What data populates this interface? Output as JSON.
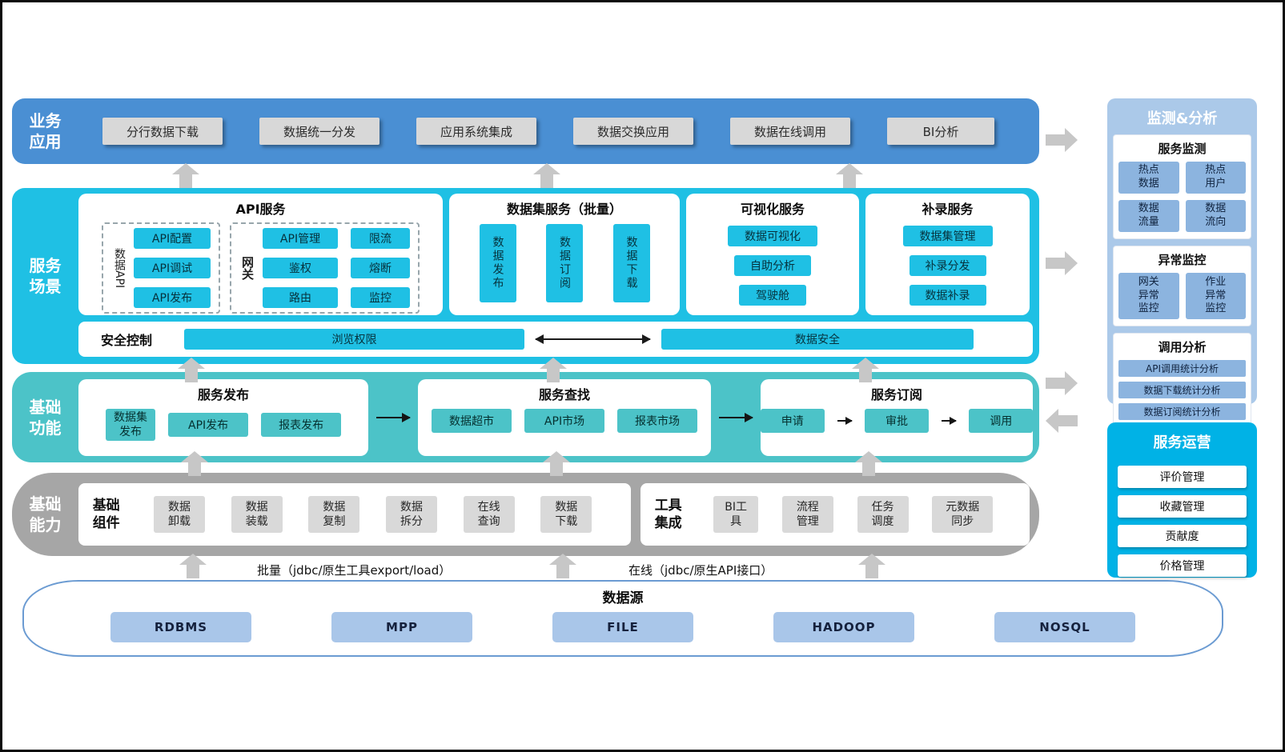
{
  "colors": {
    "business_band": "#4a8fd3",
    "scene_band": "#1fc0e4",
    "function_band": "#4cc3c8",
    "capability_band": "#a6a6a6",
    "monitor_panel": "#abc9e9",
    "operation_panel": "#00b2e6",
    "datasource_button": "#a9c6e9",
    "gray_button": "#d8d8d8",
    "arrow_gray": "#c7c7c7"
  },
  "layers": {
    "business": {
      "label": "业务应用",
      "items": [
        "分行数据下载",
        "数据统一分发",
        "应用系统集成",
        "数据交换应用",
        "数据在线调用",
        "BI分析"
      ]
    },
    "scene": {
      "label": "服务场景",
      "api": {
        "title": "API服务",
        "data_api_label": "数据API",
        "data_api_items": [
          "API配置",
          "API调试",
          "API发布"
        ],
        "gateway_label": "网关",
        "gateway_items": [
          "API管理",
          "限流",
          "鉴权",
          "熔断",
          "路由",
          "监控"
        ]
      },
      "dataset": {
        "title": "数据集服务（批量）",
        "items": [
          "数据发布",
          "数据订阅",
          "数据下载"
        ]
      },
      "visual": {
        "title": "可视化服务",
        "items": [
          "数据可视化",
          "自助分析",
          "驾驶舱"
        ]
      },
      "supplement": {
        "title": "补录服务",
        "items": [
          "数据集管理",
          "补录分发",
          "数据补录"
        ]
      },
      "security": {
        "title": "安全控制",
        "browse": "浏览权限",
        "data_sec": "数据安全"
      }
    },
    "basic_function": {
      "label": "基础功能",
      "publish": {
        "title": "服务发布",
        "items": [
          "数据集发布",
          "API发布",
          "报表发布"
        ]
      },
      "search": {
        "title": "服务查找",
        "items": [
          "数据超市",
          "API市场",
          "报表市场"
        ]
      },
      "subscribe": {
        "title": "服务订阅",
        "items": [
          "申请",
          "审批",
          "调用"
        ]
      }
    },
    "capability": {
      "label": "基础能力",
      "components": {
        "label": "基础组件",
        "items": [
          "数据卸载",
          "数据装载",
          "数据复制",
          "数据拆分",
          "在线查询",
          "数据下载"
        ]
      },
      "tools": {
        "label": "工具集成",
        "items": [
          "BI工具",
          "流程管理",
          "任务调度",
          "元数据同步"
        ]
      }
    },
    "datasource": {
      "title": "数据源",
      "items": [
        "RDBMS",
        "MPP",
        "FILE",
        "HADOOP",
        "NOSQL"
      ],
      "batch_label": "批量（jdbc/原生工具export/load）",
      "online_label": "在线（jdbc/原生API接口）"
    }
  },
  "right": {
    "monitor": {
      "title": "监测&分析",
      "service_monitor": {
        "title": "服务监测",
        "items": [
          "热点数据",
          "热点用户",
          "数据流量",
          "数据流向"
        ]
      },
      "exception": {
        "title": "异常监控",
        "items": [
          "网关异常监控",
          "作业异常监控"
        ]
      },
      "call_analysis": {
        "title": "调用分析",
        "items": [
          "API调用统计分析",
          "数据下载统计分析",
          "数据订阅统计分析"
        ]
      }
    },
    "operation": {
      "title": "服务运营",
      "items": [
        "评价管理",
        "收藏管理",
        "贡献度",
        "价格管理"
      ]
    }
  }
}
